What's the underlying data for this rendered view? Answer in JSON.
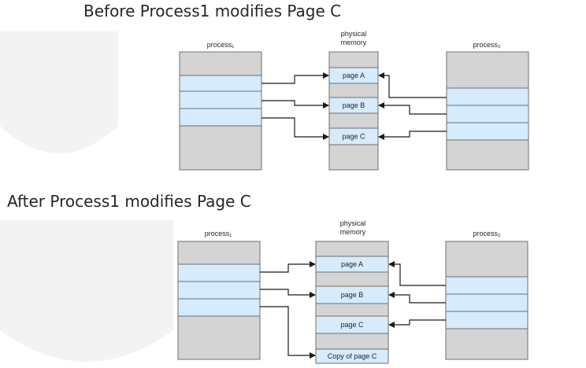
{
  "colors": {
    "gray_region": "#d4d4d4",
    "page_region": "#d6ebfb",
    "outline": "#6f6f6f",
    "arrow": "#1a1a1a",
    "text": "#262626"
  },
  "sections": [
    {
      "title": "Before Process1 modifies Page C",
      "process1_label": "process₁",
      "process2_label": "process₂",
      "memory_label_line1": "physical",
      "memory_label_line2": "memory",
      "memory_pages": [
        "page A",
        "page B",
        "page C"
      ]
    },
    {
      "title": "After Process1 modifies Page C",
      "process1_label": "process₁",
      "process2_label": "process₂",
      "memory_label_line1": "physical",
      "memory_label_line2": "memory",
      "memory_pages": [
        "page A",
        "page B",
        "page C",
        "Copy of page C"
      ]
    }
  ]
}
